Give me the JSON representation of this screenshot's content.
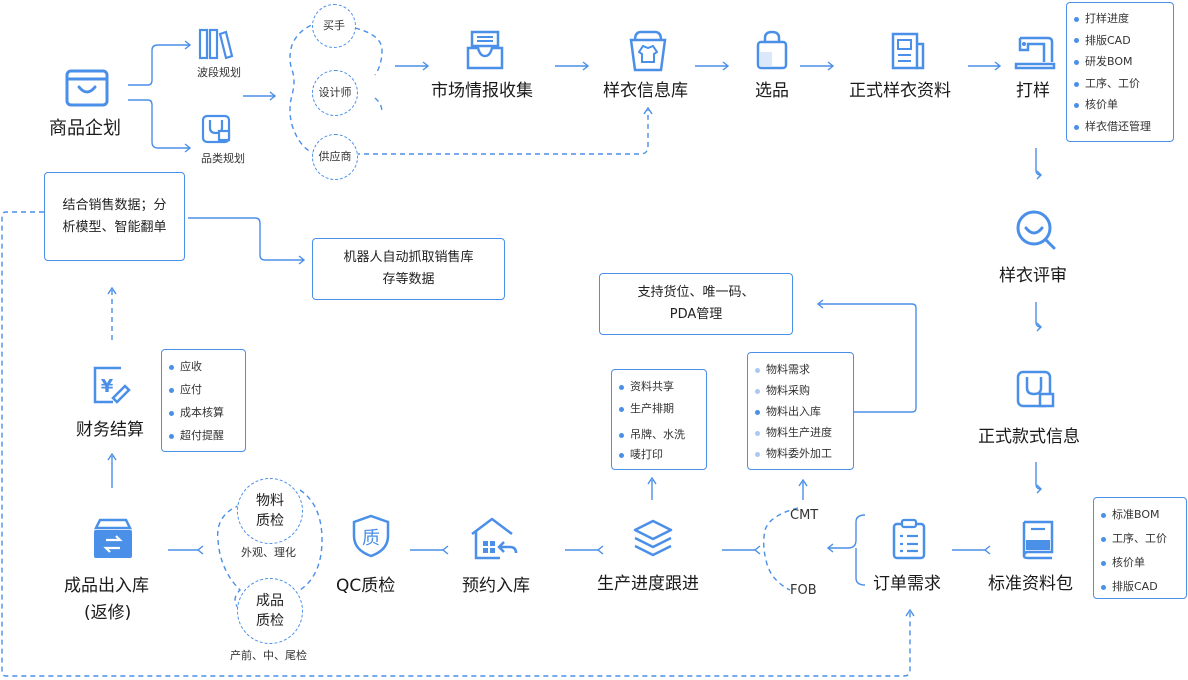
{
  "nodes": {
    "product_planning": "商品企划",
    "band_planning": "波段规划",
    "category_planning": "品类规划",
    "buyer": "买手",
    "designer": "设计师",
    "supplier": "供应商",
    "market_intel": "市场情报收集",
    "sample_lib": "样衣信息库",
    "selection": "选品",
    "formal_sample": "正式样衣资料",
    "sampling": "打样",
    "sample_review": "样衣评审",
    "formal_style": "正式款式信息",
    "standard_pack": "标准资料包",
    "order_demand": "订单需求",
    "cmt": "CMT",
    "fob": "FOB",
    "production_tracking": "生产进度跟进",
    "booking_inbound": "预约入库",
    "qc": "QC质检",
    "material_qc_line1": "物料",
    "material_qc_line2": "质检",
    "material_qc_caption": "外观、理化",
    "product_qc_line1": "成品",
    "product_qc_line2": "质检",
    "product_qc_caption": "产前、中、尾检",
    "finished_io_line1": "成品出入库",
    "finished_io_line2": "(返修)",
    "finance": "财务结算"
  },
  "boxes": {
    "sampling_list": [
      "打样进度",
      "排版CAD",
      "研发BOM",
      "工序、工价",
      "核价单",
      "样衣借还管理"
    ],
    "standard_list": [
      "标准BOM",
      "工序、工价",
      "核价单",
      "排版CAD"
    ],
    "production_list": [
      "资料共享",
      "生产排期",
      "吊牌、水洗",
      "唛打印"
    ],
    "material_list": [
      "物料需求",
      "物料采购",
      "物料出入库",
      "物料生产进度",
      "物料委外加工"
    ],
    "finance_list": [
      "应收",
      "应付",
      "成本核算",
      "超付提醒"
    ],
    "sales_analysis": [
      "结合销售数据；分",
      "析模型、智能翻单"
    ],
    "robot_capture": [
      "机器人自动抓取销售库",
      "存等数据"
    ],
    "pda": [
      "支持货位、唯一码、",
      "PDA管理"
    ]
  },
  "colors": {
    "accent": "#4a8fe8",
    "accent_light": "#a9c8f3",
    "text": "#1a1a1a"
  }
}
